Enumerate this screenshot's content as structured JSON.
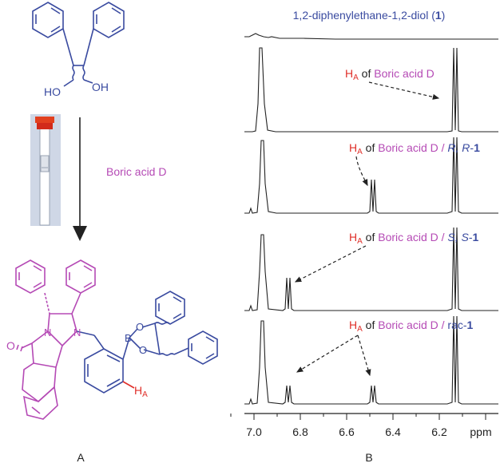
{
  "colors": {
    "blue": "#3a4ba0",
    "magenta": "#b54ab5",
    "red": "#e0302a",
    "black": "#222222"
  },
  "panel_a": {
    "label": "A",
    "reagent": "Boric acid D",
    "top_structure": {
      "oh_left": "HO",
      "oh_right": "OH"
    },
    "product_structure": {
      "o_carbonyl": "O",
      "n1": "N",
      "n2": "N",
      "o1": "O",
      "o2": "O",
      "b": "B",
      "h": "H",
      "h_sub": "A"
    }
  },
  "panel_b": {
    "label": "B",
    "title_text": "1,2-diphenylethane-1,2-diol (",
    "title_num": "1",
    "title_close": ")",
    "annotations": {
      "a1": {
        "h": "H",
        "sub": "A",
        "of": " of ",
        "reagent": "Boric acid D"
      },
      "a2": {
        "h": "H",
        "sub": "A",
        "of": " of ",
        "reagent": "Boric acid D",
        "slash": " / ",
        "config": "R, R",
        "dash": "-",
        "num": "1"
      },
      "a3": {
        "h": "H",
        "sub": "A",
        "of": " of ",
        "reagent": "Boric acid D",
        "slash": " / ",
        "config": "S, S",
        "dash": "-",
        "num": "1"
      },
      "a4": {
        "h": "H",
        "sub": "A",
        "of": " of ",
        "reagent": "Boric acid D",
        "slash": " / ",
        "config": "rac",
        "dash": "-",
        "num": "1"
      }
    },
    "axis": {
      "unit": "ppm",
      "ticks": [
        "7.0",
        "6.8",
        "6.6",
        "6.4",
        "6.2"
      ]
    }
  }
}
